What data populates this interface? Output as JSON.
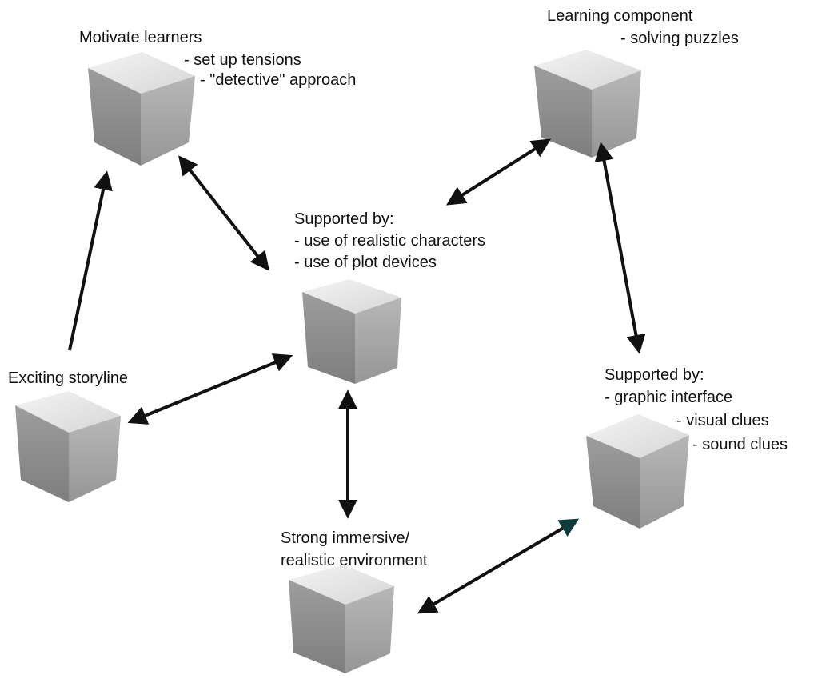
{
  "nodes": {
    "motivate": {
      "title": "Motivate learners",
      "points": [
        "- set up tensions",
        "- \"detective\" approach"
      ]
    },
    "learning": {
      "title": "Learning component",
      "points": [
        "- solving puzzles"
      ]
    },
    "center": {
      "title": "Supported by:",
      "points": [
        "- use of realistic characters",
        "- use of plot devices"
      ]
    },
    "storyline": {
      "title": "Exciting storyline"
    },
    "interface": {
      "title": "Supported by:",
      "points": [
        "- graphic interface",
        "- visual clues",
        "- sound clues"
      ]
    },
    "environment": {
      "title": "Strong immersive/",
      "title_line2": "realistic environment"
    }
  },
  "colors": {
    "cube_top": "#e8e8e8",
    "cube_left": "#8f8f8f",
    "cube_right": "#a9a9a9",
    "arrow": "#111111",
    "arrow_accent": "#0f3b3b"
  }
}
